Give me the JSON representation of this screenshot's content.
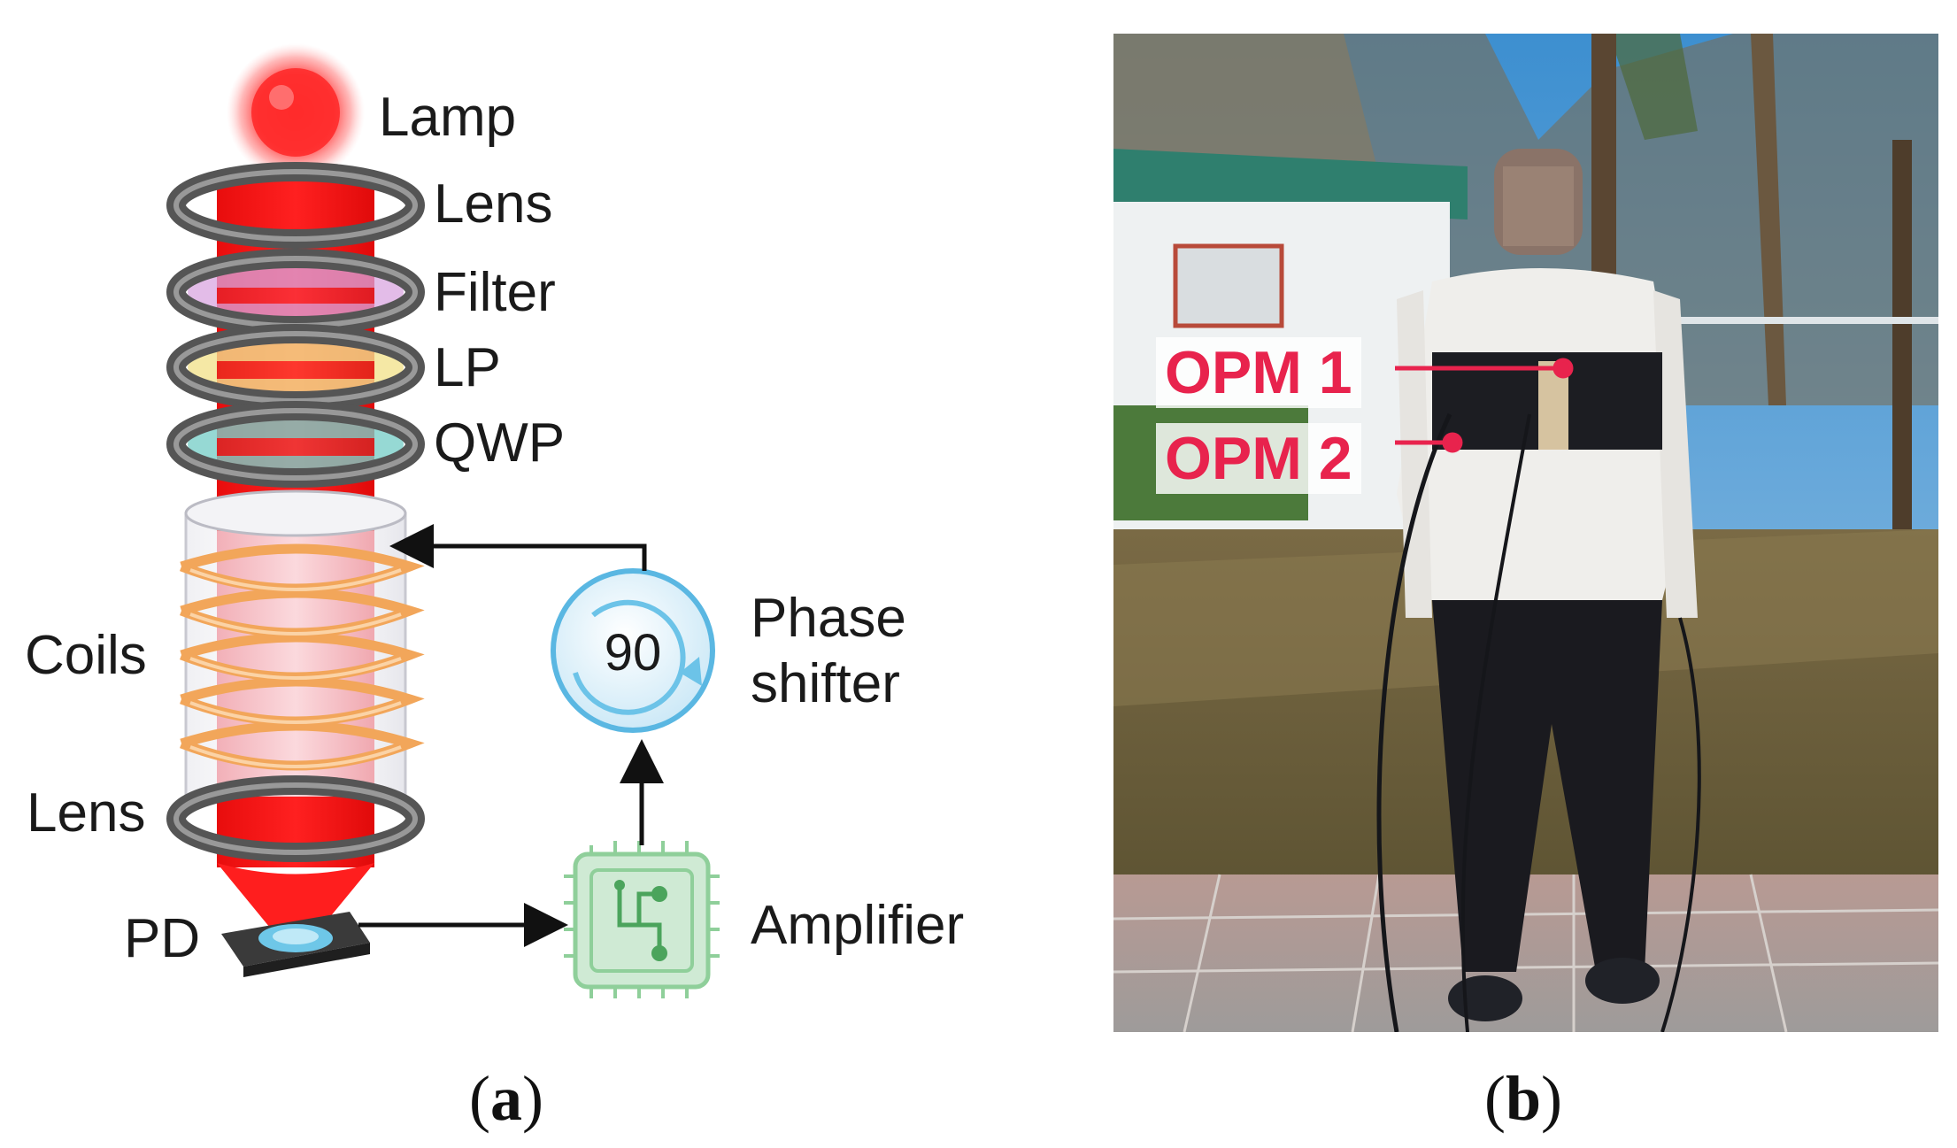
{
  "panel_a": {
    "labels": {
      "lamp": "Lamp",
      "lens_top": "Lens",
      "filter": "Filter",
      "lp": "LP",
      "qwp": "QWP",
      "coils": "Coils",
      "lens_bottom": "Lens",
      "pd": "PD",
      "phase_shifter_line1": "Phase",
      "phase_shifter_line2": "shifter",
      "phase_value": "90",
      "amplifier": "Amplifier"
    },
    "caption_open": "(",
    "caption_letter": "a",
    "caption_close": ")"
  },
  "panel_b": {
    "opm1": "OPM 1",
    "opm2": "OPM 2",
    "caption_open": "(",
    "caption_letter": "b",
    "caption_close": ")"
  },
  "colors": {
    "beam": "#ff1a1a",
    "opm_label": "#e8234d",
    "phase_shifter": "#4fb3e0",
    "amplifier": "#8fcf9a",
    "coil": "#f2a65a"
  }
}
